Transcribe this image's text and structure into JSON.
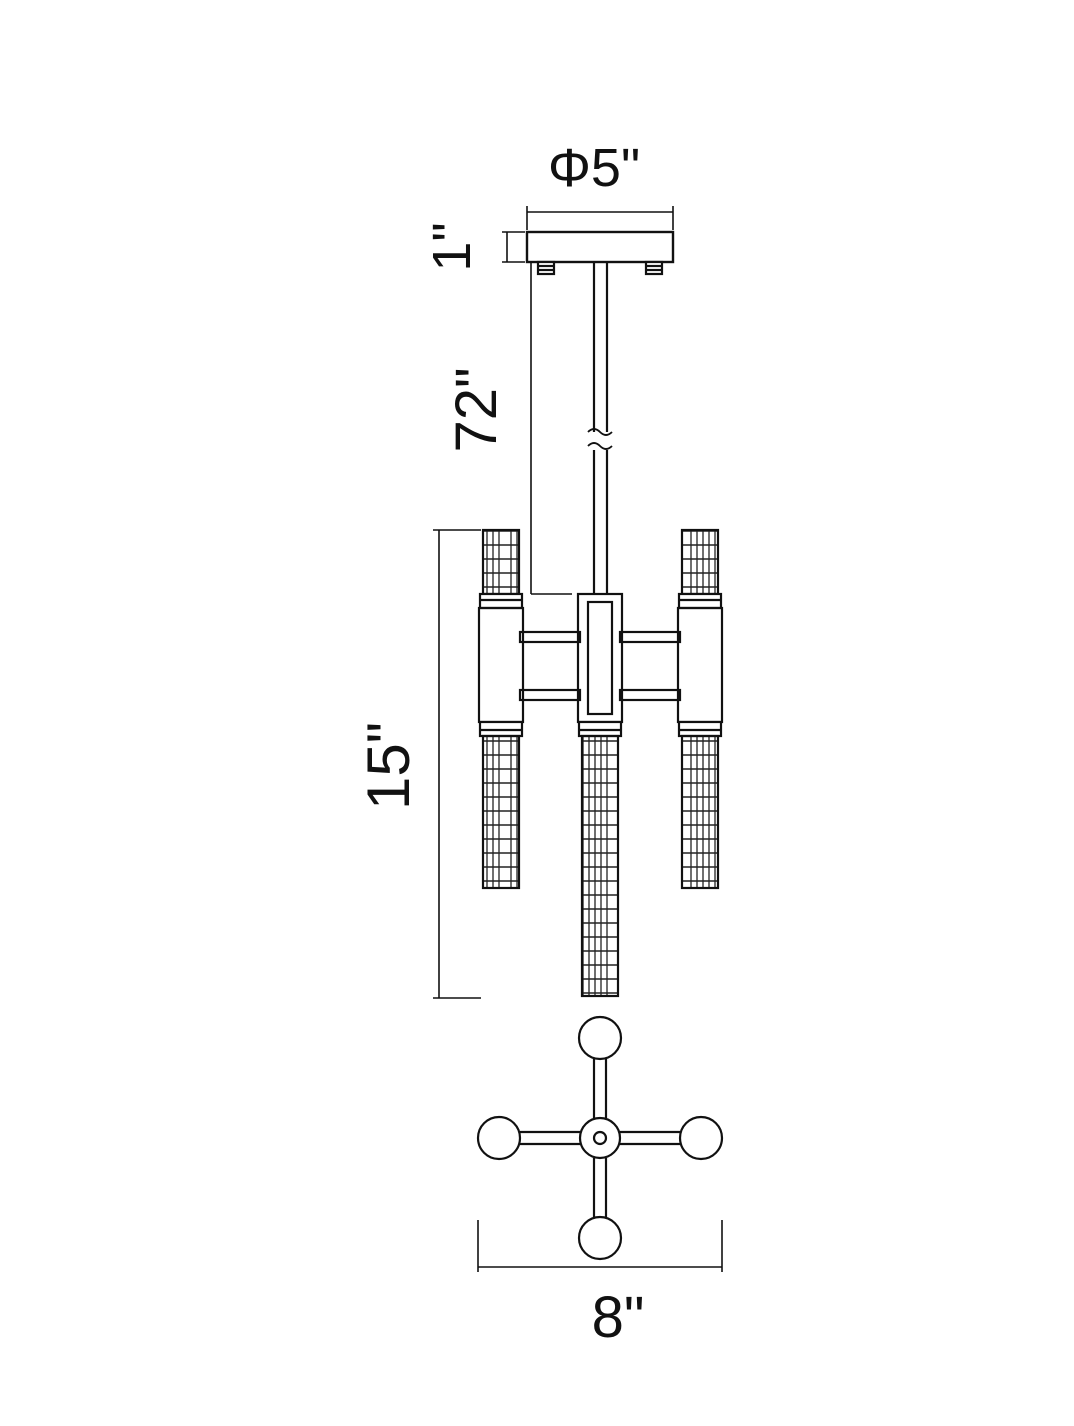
{
  "dimensions": {
    "canopy_diameter": "Φ5\"",
    "canopy_height": "1\"",
    "rod_length": "72\"",
    "fixture_height": "15\"",
    "fixture_width": "8\""
  },
  "colors": {
    "line": "#111111",
    "background": "#ffffff"
  }
}
